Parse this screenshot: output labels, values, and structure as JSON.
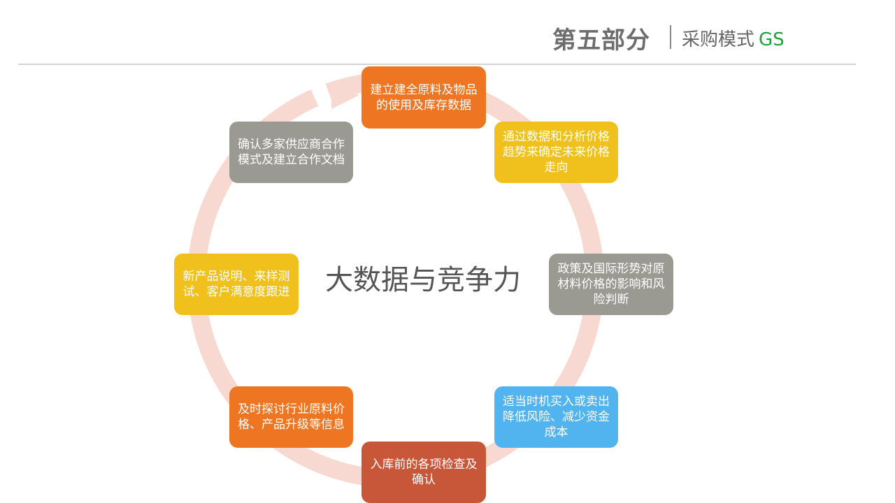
{
  "header": {
    "section_title": "第五部分",
    "subtitle": "采购模式",
    "subtitle_tag": "GS"
  },
  "center_title": "大数据与竞争力",
  "nodes": [
    {
      "text": "建立建全原料及物品的使用及库存数据",
      "color": "#ee7623"
    },
    {
      "text": "通过数据和分析价格趋势来确定未来价格走向",
      "color": "#f0c01c"
    },
    {
      "text": "政策及国际形势对原材料价格的影响和风险判断",
      "color": "#9a9a92"
    },
    {
      "text": "适当时机买入或卖出降低风险、减少资金成本",
      "color": "#52b4ee"
    },
    {
      "text": "入库前的各项检查及确认",
      "color": "#c8573a"
    },
    {
      "text": "及时探讨行业原料价格、产品升级等信息",
      "color": "#ee7623"
    },
    {
      "text": "新产品说明、来样测试、客户满意度跟进",
      "color": "#f0c01c"
    },
    {
      "text": "确认多家供应商合作模式及建立合作文档",
      "color": "#9a9a92"
    }
  ],
  "colors": {
    "ring": "#f8d9d1",
    "rule": "#d4d4d4",
    "accent_green": "#1aa33a"
  }
}
